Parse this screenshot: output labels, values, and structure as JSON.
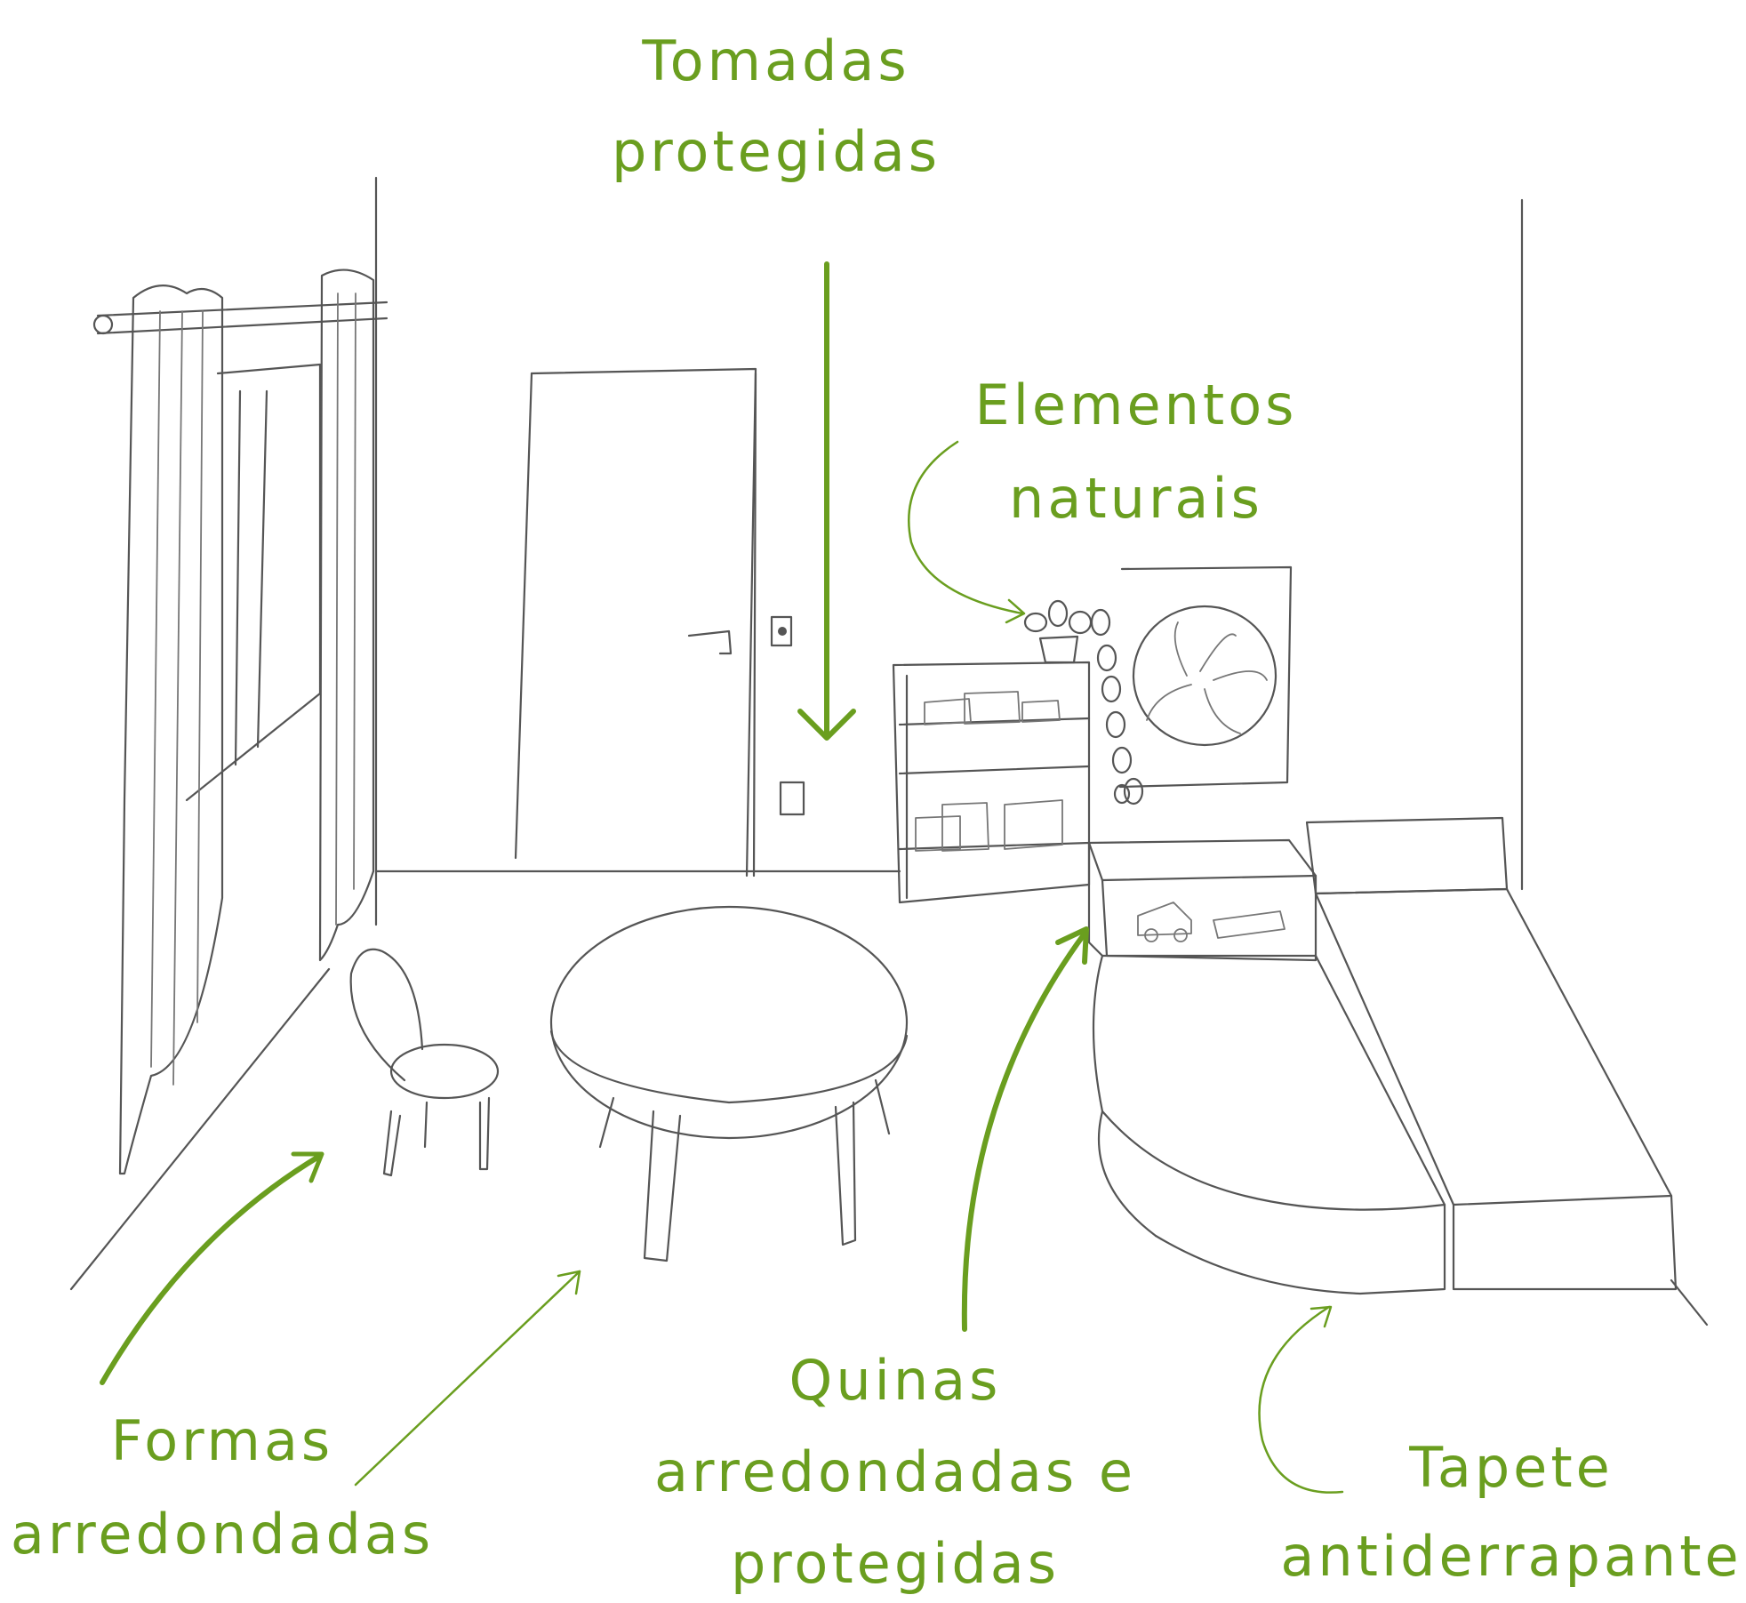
{
  "colors": {
    "accent": "#6a9e1f",
    "sketch": "#555555",
    "background": "#ffffff"
  },
  "annotations": [
    {
      "id": "tomadas",
      "lines": [
        "Tomadas",
        "protegidas"
      ]
    },
    {
      "id": "elementos",
      "lines": [
        "Elementos",
        "naturais"
      ]
    },
    {
      "id": "formas",
      "lines": [
        "Formas",
        "arredondadas"
      ]
    },
    {
      "id": "quinas",
      "lines": [
        "Quinas",
        "arredondadas e",
        "protegidas"
      ]
    },
    {
      "id": "tapete",
      "lines": [
        "Tapete",
        "antiderrapante"
      ]
    }
  ]
}
